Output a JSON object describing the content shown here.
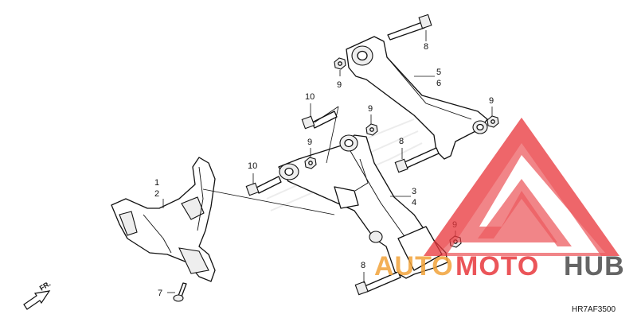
{
  "callouts": {
    "c1": "1",
    "c2": "2",
    "c3": "3",
    "c4": "4",
    "c5": "5",
    "c6": "6",
    "c7": "7",
    "c8a": "8",
    "c8b": "8",
    "c8c": "8",
    "c9a": "9",
    "c9b": "9",
    "c9c": "9",
    "c9d": "9",
    "c9e": "9",
    "c10a": "10",
    "c10b": "10"
  },
  "front_indicator": "FR.",
  "diagram_code": "HR7AF3500",
  "watermark": {
    "part1": "AUTO",
    "part2": "MOTO",
    "part3": "HUB",
    "color_orange": "#f2a33a",
    "color_red": "#e8383d",
    "color_gray": "#555555"
  }
}
